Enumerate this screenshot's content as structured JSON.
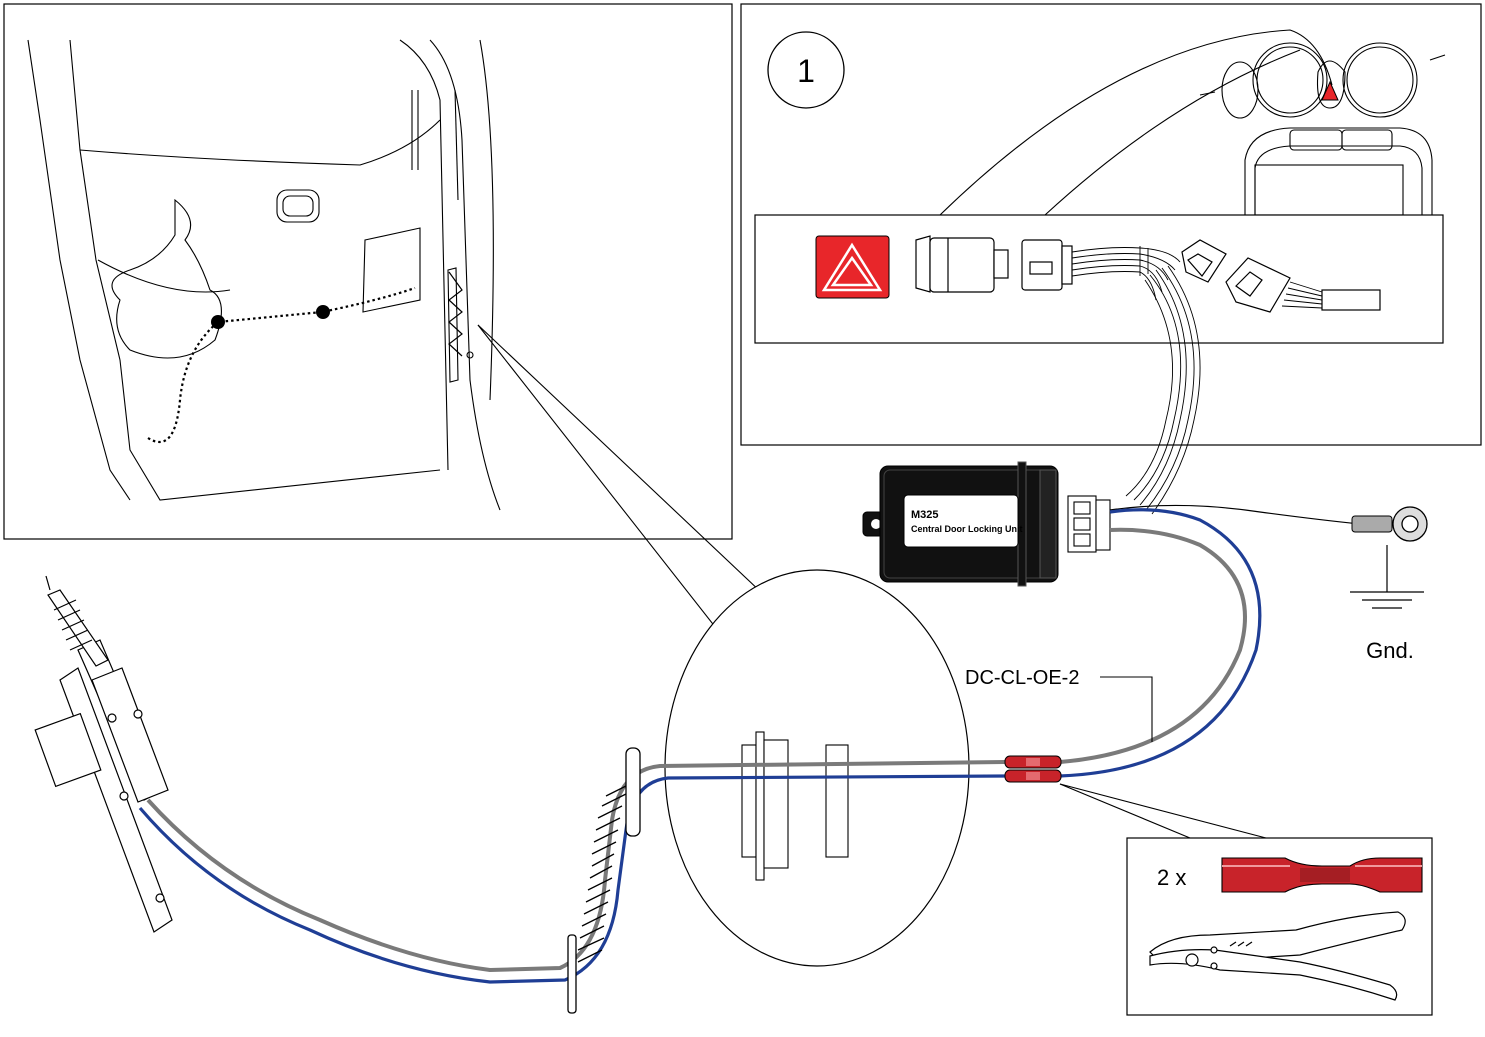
{
  "step_number": "1",
  "unit": {
    "model": "M325",
    "description": "Central Door Locking Unit"
  },
  "cable_label": "DC-CL-OE-2",
  "ground_label": "Gnd.",
  "connector_quantity": "2 x",
  "colors": {
    "hazard_red": "#e8262a",
    "wire_blue": "#1f3e95",
    "wire_grey": "#7a7a7a",
    "connector_red": "#c8232a",
    "unit_body": "#111111"
  }
}
